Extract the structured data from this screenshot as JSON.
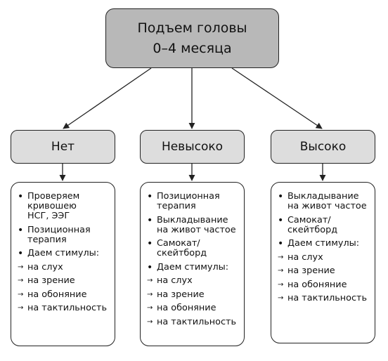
{
  "colors": {
    "root_fill": "#b8b8b8",
    "category_fill": "#dddddd",
    "panel_fill": "#ffffff",
    "stroke": "#222222",
    "text": "#111111"
  },
  "root": {
    "line1": "Подъем головы",
    "line2": "0–4 месяца"
  },
  "branches": [
    {
      "label": "Нет",
      "items": [
        {
          "marker": "•",
          "lines": [
            "Проверяем",
            "кривошею",
            "НСГ, ЭЭГ"
          ]
        },
        {
          "marker": "•",
          "lines": [
            "Позиционная",
            "терапия"
          ]
        },
        {
          "marker": "•",
          "lines": [
            "Даем стимулы:"
          ]
        },
        {
          "marker": "→",
          "lines": [
            "на слух"
          ]
        },
        {
          "marker": "→",
          "lines": [
            "на зрение"
          ]
        },
        {
          "marker": "→",
          "lines": [
            "на обоняние"
          ]
        },
        {
          "marker": "→",
          "lines": [
            "на тактильность"
          ]
        }
      ]
    },
    {
      "label": "Невысоко",
      "items": [
        {
          "marker": "•",
          "lines": [
            "Позиционная",
            "терапия"
          ]
        },
        {
          "marker": "•",
          "lines": [
            "Выкладывание",
            "на живот частое"
          ]
        },
        {
          "marker": "•",
          "lines": [
            "Самокат/",
            "скейтборд"
          ]
        },
        {
          "marker": "•",
          "lines": [
            "Даем стимулы:"
          ]
        },
        {
          "marker": "→",
          "lines": [
            "на слух"
          ]
        },
        {
          "marker": "→",
          "lines": [
            "на зрение"
          ]
        },
        {
          "marker": "→",
          "lines": [
            "на обоняние"
          ]
        },
        {
          "marker": "→",
          "lines": [
            "на тактильность"
          ]
        }
      ]
    },
    {
      "label": "Высоко",
      "items": [
        {
          "marker": "•",
          "lines": [
            "Выкладывание",
            "на живот частое"
          ]
        },
        {
          "marker": "•",
          "lines": [
            "Самокат/",
            "скейтборд"
          ]
        },
        {
          "marker": "•",
          "lines": [
            "Даем стимулы:"
          ]
        },
        {
          "marker": "→",
          "lines": [
            "на слух"
          ]
        },
        {
          "marker": "→",
          "lines": [
            "на зрение"
          ]
        },
        {
          "marker": "→",
          "lines": [
            "на обоняние"
          ]
        },
        {
          "marker": "→",
          "lines": [
            "на тактильность"
          ]
        }
      ]
    }
  ]
}
